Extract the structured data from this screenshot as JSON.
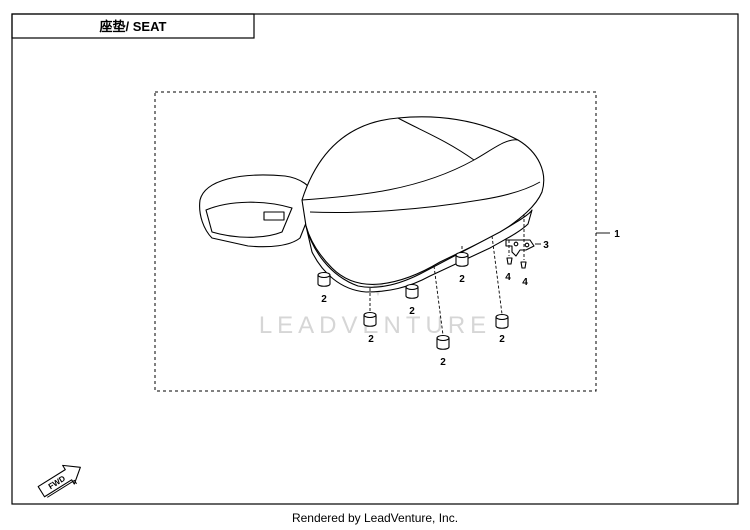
{
  "title": "座垫/ SEAT",
  "watermark": "LEADVENTURE",
  "footer": "Rendered by LeadVenture, Inc.",
  "fwd_label": "FWD",
  "callouts": {
    "assembly": "1",
    "cushion": "2",
    "bracket": "3",
    "screw": "4"
  }
}
